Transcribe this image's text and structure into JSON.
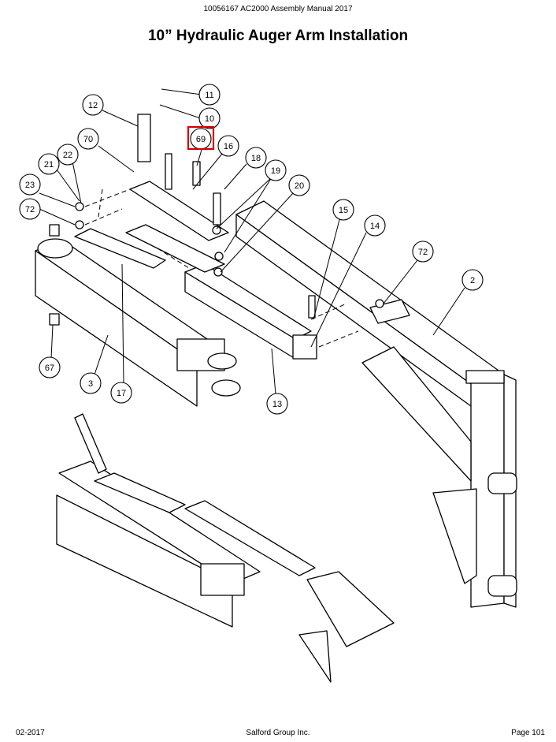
{
  "header": {
    "manual": "10056167 AC2000 Assembly Manual 2017"
  },
  "page_title": "10” Hydraulic Auger Arm Installation",
  "callouts": [
    {
      "id": "c11",
      "label": "11"
    },
    {
      "id": "c10",
      "label": "10"
    },
    {
      "id": "c12",
      "label": "12"
    },
    {
      "id": "c69",
      "label": "69",
      "highlighted": true
    },
    {
      "id": "c16",
      "label": "16"
    },
    {
      "id": "c70",
      "label": "70"
    },
    {
      "id": "c18",
      "label": "18"
    },
    {
      "id": "c19",
      "label": "19"
    },
    {
      "id": "c22",
      "label": "22"
    },
    {
      "id": "c21",
      "label": "21"
    },
    {
      "id": "c20",
      "label": "20"
    },
    {
      "id": "c23",
      "label": "23"
    },
    {
      "id": "c72a",
      "label": "72"
    },
    {
      "id": "c15",
      "label": "15"
    },
    {
      "id": "c14",
      "label": "14"
    },
    {
      "id": "c72b",
      "label": "72"
    },
    {
      "id": "c2",
      "label": "2"
    },
    {
      "id": "c67",
      "label": "67"
    },
    {
      "id": "c3",
      "label": "3"
    },
    {
      "id": "c17",
      "label": "17"
    },
    {
      "id": "c13",
      "label": "13"
    }
  ],
  "highlight_color": "#d40000",
  "footer": {
    "date": "02-2017",
    "company": "Salford Group Inc.",
    "page": "Page 101"
  }
}
